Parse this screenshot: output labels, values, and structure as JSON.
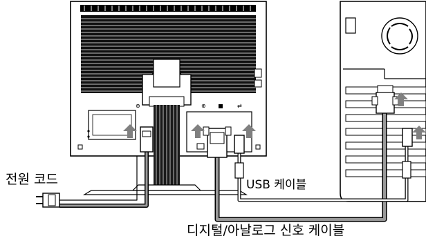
{
  "labels": {
    "power_cord": "전원 코드",
    "usb_cable": "USB 케이블",
    "digital_cable": "디지털/아날로그 신호 케이블"
  },
  "colors": {
    "line": "#000000",
    "arrow": "#808080",
    "background": "#ffffff",
    "panel": "#ffffff",
    "grille": "#000000"
  },
  "icons": [
    "monitor-back-panel",
    "monitor-stand",
    "computer-case",
    "fan-icon",
    "power-plug-icon",
    "up-arrow-icon",
    "dvi-connector-icon",
    "usb-connector-icon"
  ]
}
